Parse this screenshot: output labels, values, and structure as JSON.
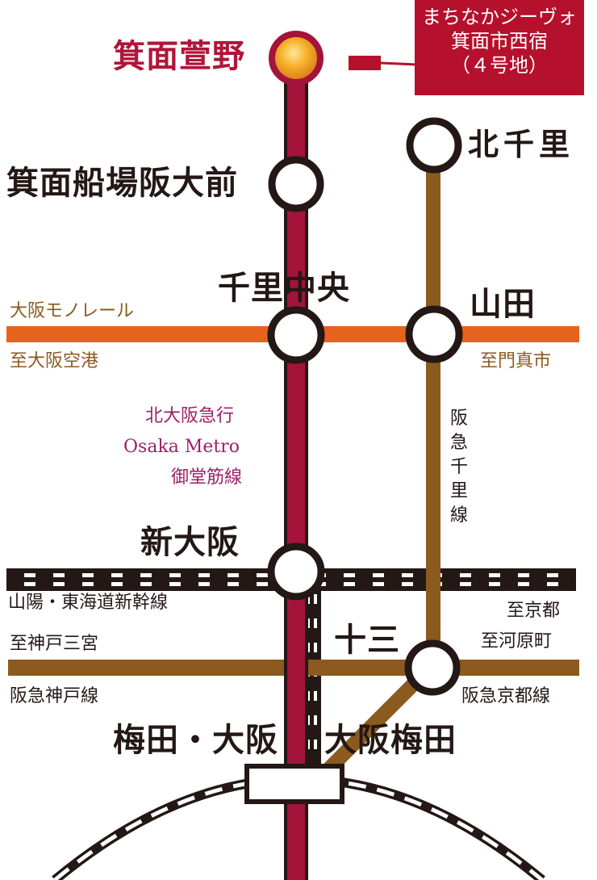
{
  "colors": {
    "midosuji_line": "#a3133a",
    "hankyu_line": "#8a5a1f",
    "monorail_line": "#e5621f",
    "callout_bg": "#b5102c",
    "station_fill": "#ffffff",
    "terminus_fill": "#f2a31b"
  },
  "callout": {
    "line1": "まちなかジーヴォ",
    "line2": "箕面市西宿",
    "line3": "（４号地）"
  },
  "stations": {
    "minoh_kayano": "箕面萱野",
    "minoh_senba_handaimae": "箕面船場阪大前",
    "senri_chuo": "千里中央",
    "kita_senri": "北千里",
    "yamada": "山田",
    "shin_osaka": "新大阪",
    "juso": "十三",
    "umeda_osaka": "梅田・大阪",
    "osaka_umeda": "大阪梅田"
  },
  "lines": {
    "monorail": "大阪モノレール",
    "midosuji_1": "北大阪急行",
    "midosuji_2": "Osaka Metro",
    "midosuji_3": "御堂筋線",
    "hankyu_senri": [
      "阪",
      "急",
      "千",
      "里",
      "線"
    ],
    "shinkansen": "山陽・東海道新幹線",
    "hankyu_kobe": "阪急神戸線",
    "hankyu_kyoto": "阪急京都線"
  },
  "destinations": {
    "osaka_airport": "至大阪空港",
    "kadoma": "至門真市",
    "sannomiya": "至神戸三宮",
    "kyoto_1": "至京都",
    "kyoto_2": "至河原町"
  }
}
